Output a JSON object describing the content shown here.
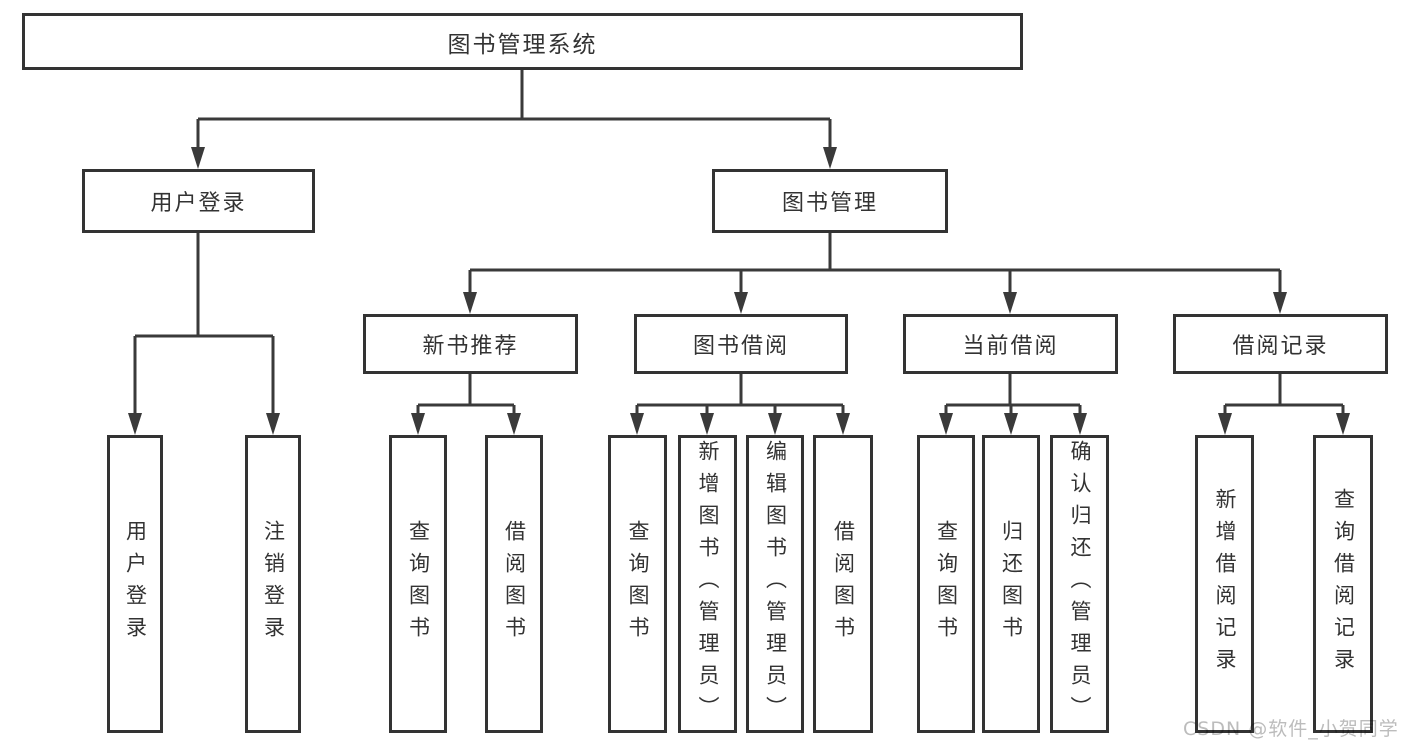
{
  "diagram": {
    "tree": {
      "label": "图书管理系统",
      "children": [
        {
          "label": "用户登录",
          "children": [
            {
              "label": "用户登录"
            },
            {
              "label": "注销登录"
            }
          ]
        },
        {
          "label": "图书管理",
          "children": [
            {
              "label": "新书推荐",
              "children": [
                {
                  "label": "查询图书"
                },
                {
                  "label": "借阅图书"
                }
              ]
            },
            {
              "label": "图书借阅",
              "children": [
                {
                  "label": "查询图书"
                },
                {
                  "label": "新增图书（管理员）"
                },
                {
                  "label": "编辑图书（管理员）"
                },
                {
                  "label": "借阅图书"
                }
              ]
            },
            {
              "label": "当前借阅",
              "children": [
                {
                  "label": "查询图书"
                },
                {
                  "label": "归还图书"
                },
                {
                  "label": "确认归还（管理员）"
                }
              ]
            },
            {
              "label": "借阅记录",
              "children": [
                {
                  "label": "新增借阅记录"
                },
                {
                  "label": "查询借阅记录"
                }
              ]
            }
          ]
        }
      ]
    },
    "watermark": "CSDN @软件_小贺同学",
    "colors": {
      "line": "#3a3a3a",
      "box_border": "#333333",
      "text": "#333333",
      "watermark": "#bcbcbc",
      "background": "#ffffff"
    }
  }
}
